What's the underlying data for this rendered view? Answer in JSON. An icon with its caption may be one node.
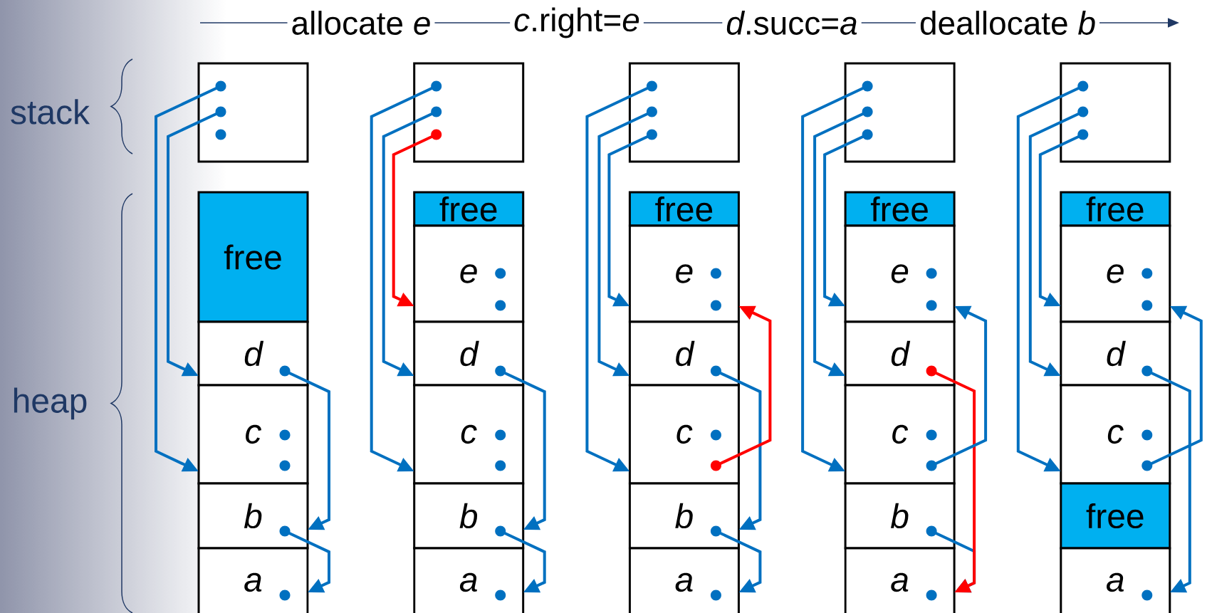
{
  "diagram": {
    "nodes": [
      {
        "text": [],
        "shape": "box"
      },
      {
        "text": [
          "free"
        ]
      },
      {
        "text": [
          "d"
        ]
      },
      {
        "text": [
          "c"
        ]
      },
      {
        "text": [
          "b"
        ]
      },
      {
        "text": [
          "a"
        ]
      },
      {
        "text": [],
        "shape": "box"
      },
      {
        "text": [
          "free"
        ]
      },
      {
        "text": [
          "e"
        ]
      },
      {
        "text": [
          "d"
        ]
      },
      {
        "text": [
          "c"
        ]
      },
      {
        "text": [
          "b"
        ]
      },
      {
        "text": [
          "a"
        ]
      },
      {
        "text": [],
        "shape": "box"
      },
      {
        "text": [
          "free"
        ]
      },
      {
        "text": [
          "e"
        ]
      },
      {
        "text": [
          "d"
        ]
      },
      {
        "text": [
          "c"
        ]
      },
      {
        "text": [
          "b"
        ]
      },
      {
        "text": [
          "a"
        ]
      },
      {
        "text": [],
        "shape": "box"
      },
      {
        "text": [
          "free"
        ]
      },
      {
        "text": [
          "e"
        ]
      },
      {
        "text": [
          "d"
        ]
      },
      {
        "text": [
          "c"
        ]
      },
      {
        "text": [
          "b"
        ]
      },
      {
        "text": [
          "a"
        ]
      },
      {
        "text": [],
        "shape": "box"
      },
      {
        "text": [
          "free"
        ]
      },
      {
        "text": [
          "e"
        ]
      },
      {
        "text": [
          "d"
        ]
      },
      {
        "text": [
          "c"
        ]
      },
      {
        "text": [
          "free"
        ]
      },
      {
        "text": [
          "a"
        ]
      }
    ],
    "edges": [
      {
        "from": 0,
        "to": 3,
        "arrow": "to"
      },
      {
        "from": 0,
        "to": 2,
        "arrow": "to"
      },
      {
        "from": 2,
        "to": 4,
        "arrow": "to"
      },
      {
        "from": 4,
        "to": 5,
        "arrow": "to"
      },
      {
        "from": 6,
        "to": 10,
        "arrow": "to"
      },
      {
        "from": 6,
        "to": 9,
        "arrow": "to"
      },
      {
        "from": 6,
        "to": 8,
        "arrow": "to",
        "color": "#ff0000"
      },
      {
        "from": 9,
        "to": 11,
        "arrow": "to"
      },
      {
        "from": 11,
        "to": 12,
        "arrow": "to"
      },
      {
        "from": 13,
        "to": 17,
        "arrow": "to"
      },
      {
        "from": 13,
        "to": 16,
        "arrow": "to"
      },
      {
        "from": 13,
        "to": 15,
        "arrow": "to"
      },
      {
        "from": 16,
        "to": 18,
        "arrow": "to"
      },
      {
        "from": 18,
        "to": 19,
        "arrow": "to"
      },
      {
        "from": 17,
        "to": 15,
        "arrow": "to",
        "color": "#ff0000"
      },
      {
        "from": 20,
        "to": 24,
        "arrow": "to"
      },
      {
        "from": 20,
        "to": 23,
        "arrow": "to"
      },
      {
        "from": 20,
        "to": 22,
        "arrow": "to"
      },
      {
        "from": 25,
        "to": 26,
        "arrow": "to"
      },
      {
        "from": 23,
        "to": 26,
        "arrow": "to",
        "color": "#ff0000"
      },
      {
        "from": 24,
        "to": 22,
        "arrow": "to"
      },
      {
        "from": 27,
        "to": 31,
        "arrow": "to"
      },
      {
        "from": 27,
        "to": 30,
        "arrow": "to"
      },
      {
        "from": 27,
        "to": 29,
        "arrow": "to"
      },
      {
        "from": 30,
        "to": 33,
        "arrow": "to"
      },
      {
        "from": 31,
        "to": 29,
        "arrow": "to"
      }
    ],
    "labels": [
      "allocate *e*",
      "*c*.right=*e*",
      "*d*.succ=*a*",
      "deallocate *b*",
      "stack",
      "heap"
    ]
  }
}
